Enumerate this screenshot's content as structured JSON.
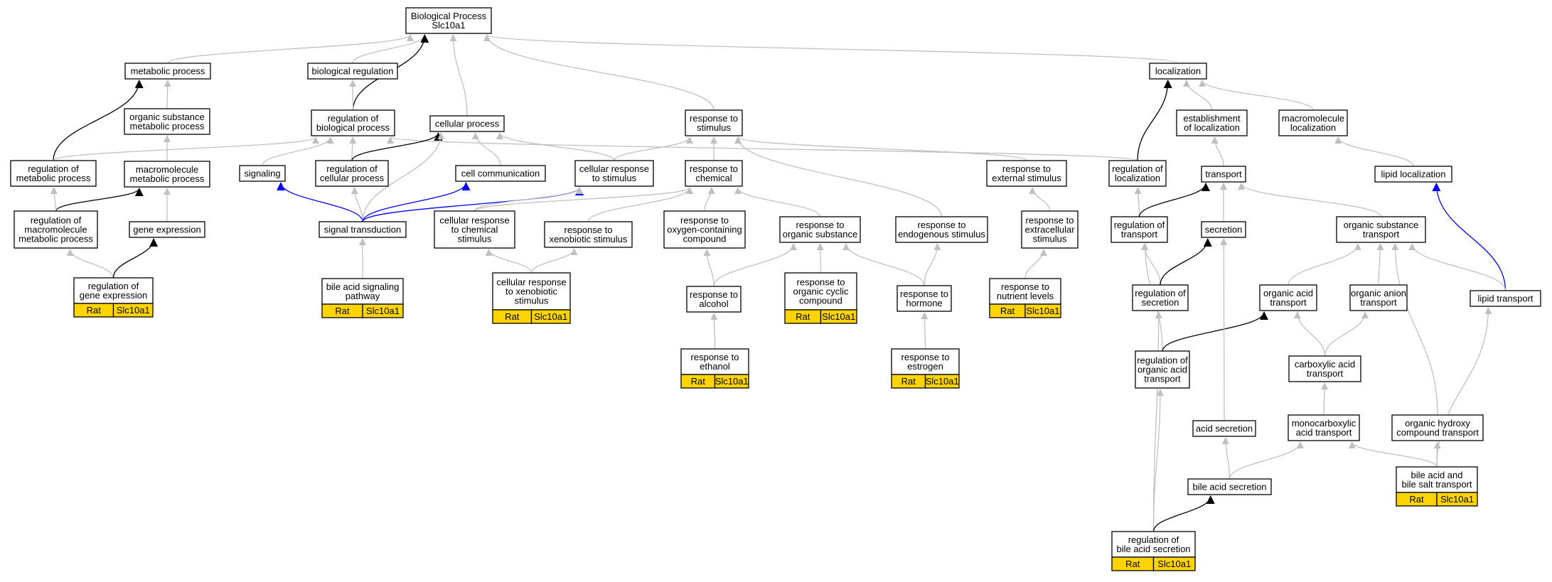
{
  "colors": {
    "edge_default": "#c0c0c0",
    "edge_black": "#000000",
    "edge_blue": "#0000ff",
    "annotation_fill": "#FFD400",
    "node_fill": "#ffffff"
  },
  "nodes": [
    {
      "id": "root",
      "lines": [
        "Biological Process",
        "Slc10a1"
      ]
    },
    {
      "id": "metabolic_process",
      "lines": [
        "metabolic process"
      ]
    },
    {
      "id": "biological_regulation",
      "lines": [
        "biological regulation"
      ]
    },
    {
      "id": "localization",
      "lines": [
        "localization"
      ]
    },
    {
      "id": "organic_substance_metabolic_process",
      "lines": [
        "organic substance",
        "metabolic process"
      ]
    },
    {
      "id": "regulation_of_biological_process",
      "lines": [
        "regulation of",
        "biological process"
      ]
    },
    {
      "id": "cellular_process",
      "lines": [
        "cellular process"
      ]
    },
    {
      "id": "response_to_stimulus",
      "lines": [
        "response to",
        "stimulus"
      ]
    },
    {
      "id": "establishment_of_localization",
      "lines": [
        "establishment",
        "of localization"
      ]
    },
    {
      "id": "macromolecule_localization",
      "lines": [
        "macromolecule",
        "localization"
      ]
    },
    {
      "id": "regulation_of_metabolic_process",
      "lines": [
        "regulation of",
        "metabolic process"
      ]
    },
    {
      "id": "macromolecule_metabolic_process",
      "lines": [
        "macromolecule",
        "metabolic process"
      ]
    },
    {
      "id": "signaling",
      "lines": [
        "signaling"
      ]
    },
    {
      "id": "regulation_of_cellular_process",
      "lines": [
        "regulation of",
        "cellular process"
      ]
    },
    {
      "id": "cell_communication",
      "lines": [
        "cell communication"
      ]
    },
    {
      "id": "cellular_response_to_stimulus",
      "lines": [
        "cellular response",
        "to stimulus"
      ]
    },
    {
      "id": "response_to_chemical",
      "lines": [
        "response to",
        "chemical"
      ]
    },
    {
      "id": "response_to_external_stimulus",
      "lines": [
        "response to",
        "external stimulus"
      ]
    },
    {
      "id": "regulation_of_localization",
      "lines": [
        "regulation of",
        "localization"
      ]
    },
    {
      "id": "transport",
      "lines": [
        "transport"
      ]
    },
    {
      "id": "lipid_localization",
      "lines": [
        "lipid localization"
      ]
    },
    {
      "id": "regulation_of_macromolecule_metabolic_process",
      "lines": [
        "regulation of",
        "macromolecule",
        "metabolic process"
      ]
    },
    {
      "id": "gene_expression",
      "lines": [
        "gene expression"
      ]
    },
    {
      "id": "signal_transduction",
      "lines": [
        "signal transduction"
      ]
    },
    {
      "id": "cellular_response_to_chemical_stimulus",
      "lines": [
        "cellular response",
        "to chemical",
        "stimulus"
      ]
    },
    {
      "id": "response_to_xenobiotic_stimulus",
      "lines": [
        "response to",
        "xenobiotic stimulus"
      ]
    },
    {
      "id": "response_to_oxygen_containing_compound",
      "lines": [
        "response to",
        "oxygen-containing",
        "compound"
      ]
    },
    {
      "id": "response_to_organic_substance",
      "lines": [
        "response to",
        "organic substance"
      ]
    },
    {
      "id": "response_to_endogenous_stimulus",
      "lines": [
        "response to",
        "endogenous stimulus"
      ]
    },
    {
      "id": "response_to_extracellular_stimulus",
      "lines": [
        "response to",
        "extracellular",
        "stimulus"
      ]
    },
    {
      "id": "regulation_of_transport",
      "lines": [
        "regulation of",
        "transport"
      ]
    },
    {
      "id": "secretion",
      "lines": [
        "secretion"
      ]
    },
    {
      "id": "organic_substance_transport",
      "lines": [
        "organic substance",
        "transport"
      ]
    },
    {
      "id": "regulation_of_gene_expression",
      "lines": [
        "regulation of",
        "gene expression"
      ],
      "annotation": [
        "Rat",
        "Slc10a1"
      ]
    },
    {
      "id": "bile_acid_signaling_pathway",
      "lines": [
        "bile acid signaling",
        "pathway"
      ],
      "annotation": [
        "Rat",
        "Slc10a1"
      ]
    },
    {
      "id": "cellular_response_to_xenobiotic_stimulus",
      "lines": [
        "cellular response",
        "to xenobiotic",
        "stimulus"
      ],
      "annotation": [
        "Rat",
        "Slc10a1"
      ]
    },
    {
      "id": "response_to_alcohol",
      "lines": [
        "response to",
        "alcohol"
      ]
    },
    {
      "id": "response_to_organic_cyclic_compound",
      "lines": [
        "response to",
        "organic cyclic",
        "compound"
      ],
      "annotation": [
        "Rat",
        "Slc10a1"
      ]
    },
    {
      "id": "response_to_hormone",
      "lines": [
        "response to",
        "hormone"
      ]
    },
    {
      "id": "response_to_nutrient_levels",
      "lines": [
        "response to",
        "nutrient levels"
      ],
      "annotation": [
        "Rat",
        "Slc10a1"
      ]
    },
    {
      "id": "regulation_of_secretion",
      "lines": [
        "regulation of",
        "secretion"
      ]
    },
    {
      "id": "organic_acid_transport",
      "lines": [
        "organic acid",
        "transport"
      ]
    },
    {
      "id": "organic_anion_transport",
      "lines": [
        "organic anion",
        "transport"
      ]
    },
    {
      "id": "lipid_transport",
      "lines": [
        "lipid transport"
      ]
    },
    {
      "id": "response_to_ethanol",
      "lines": [
        "response to",
        "ethanol"
      ],
      "annotation": [
        "Rat",
        "Slc10a1"
      ]
    },
    {
      "id": "response_to_estrogen",
      "lines": [
        "response to",
        "estrogen"
      ],
      "annotation": [
        "Rat",
        "Slc10a1"
      ]
    },
    {
      "id": "regulation_of_organic_acid_transport",
      "lines": [
        "regulation of",
        "organic acid",
        "transport"
      ]
    },
    {
      "id": "carboxylic_acid_transport",
      "lines": [
        "carboxylic acid",
        "transport"
      ]
    },
    {
      "id": "acid_secretion",
      "lines": [
        "acid secretion"
      ]
    },
    {
      "id": "monocarboxylic_acid_transport",
      "lines": [
        "monocarboxylic",
        "acid transport"
      ]
    },
    {
      "id": "organic_hydroxy_compound_transport",
      "lines": [
        "organic hydroxy",
        "compound transport"
      ]
    },
    {
      "id": "bile_acid_secretion",
      "lines": [
        "bile acid secretion"
      ]
    },
    {
      "id": "bile_acid_and_bile_salt_transport",
      "lines": [
        "bile acid and",
        "bile salt transport"
      ],
      "annotation": [
        "Rat",
        "Slc10a1"
      ]
    },
    {
      "id": "regulation_of_bile_acid_secretion",
      "lines": [
        "regulation of",
        "bile acid secretion"
      ],
      "annotation": [
        "Rat",
        "Slc10a1"
      ]
    }
  ],
  "edges": [
    {
      "from": "metabolic_process",
      "to": "root",
      "color": "gray"
    },
    {
      "from": "biological_regulation",
      "to": "root",
      "color": "gray"
    },
    {
      "from": "localization",
      "to": "root",
      "color": "gray"
    },
    {
      "from": "regulation_of_biological_process",
      "to": "root",
      "color": "black"
    },
    {
      "from": "cellular_process",
      "to": "root",
      "color": "gray"
    },
    {
      "from": "response_to_stimulus",
      "to": "root",
      "color": "gray"
    },
    {
      "from": "organic_substance_metabolic_process",
      "to": "metabolic_process",
      "color": "gray"
    },
    {
      "from": "regulation_of_metabolic_process",
      "to": "metabolic_process",
      "color": "black"
    },
    {
      "from": "regulation_of_biological_process",
      "to": "biological_regulation",
      "color": "gray"
    },
    {
      "from": "establishment_of_localization",
      "to": "localization",
      "color": "gray"
    },
    {
      "from": "macromolecule_localization",
      "to": "localization",
      "color": "gray"
    },
    {
      "from": "regulation_of_localization",
      "to": "localization",
      "color": "black"
    },
    {
      "from": "macromolecule_metabolic_process",
      "to": "organic_substance_metabolic_process",
      "color": "gray"
    },
    {
      "from": "regulation_of_metabolic_process",
      "to": "regulation_of_biological_process",
      "color": "gray"
    },
    {
      "from": "regulation_of_cellular_process",
      "to": "regulation_of_biological_process",
      "color": "gray"
    },
    {
      "from": "signaling",
      "to": "regulation_of_biological_process",
      "color": "gray"
    },
    {
      "from": "regulation_of_localization",
      "to": "regulation_of_biological_process",
      "color": "gray"
    },
    {
      "from": "regulation_of_cellular_process",
      "to": "cellular_process",
      "color": "black"
    },
    {
      "from": "cell_communication",
      "to": "cellular_process",
      "color": "gray"
    },
    {
      "from": "cellular_response_to_stimulus",
      "to": "cellular_process",
      "color": "gray"
    },
    {
      "from": "signal_transduction",
      "to": "cellular_process",
      "color": "gray"
    },
    {
      "from": "cellular_response_to_stimulus",
      "to": "response_to_stimulus",
      "color": "gray"
    },
    {
      "from": "response_to_chemical",
      "to": "response_to_stimulus",
      "color": "gray"
    },
    {
      "from": "response_to_external_stimulus",
      "to": "response_to_stimulus",
      "color": "gray"
    },
    {
      "from": "response_to_endogenous_stimulus",
      "to": "response_to_stimulus",
      "color": "gray"
    },
    {
      "from": "transport",
      "to": "establishment_of_localization",
      "color": "gray"
    },
    {
      "from": "lipid_localization",
      "to": "macromolecule_localization",
      "color": "gray"
    },
    {
      "from": "regulation_of_macromolecule_metabolic_process",
      "to": "macromolecule_metabolic_process",
      "color": "black"
    },
    {
      "from": "gene_expression",
      "to": "macromolecule_metabolic_process",
      "color": "gray"
    },
    {
      "from": "regulation_of_macromolecule_metabolic_process",
      "to": "regulation_of_metabolic_process",
      "color": "gray"
    },
    {
      "from": "signal_transduction",
      "to": "signaling",
      "color": "blue"
    },
    {
      "from": "signal_transduction",
      "to": "regulation_of_cellular_process",
      "color": "gray"
    },
    {
      "from": "signal_transduction",
      "to": "cell_communication",
      "color": "blue"
    },
    {
      "from": "signal_transduction",
      "to": "cellular_response_to_stimulus",
      "color": "blue"
    },
    {
      "from": "cellular_response_to_chemical_stimulus",
      "to": "cellular_response_to_stimulus",
      "color": "gray"
    },
    {
      "from": "cellular_response_to_chemical_stimulus",
      "to": "response_to_chemical",
      "color": "gray"
    },
    {
      "from": "response_to_xenobiotic_stimulus",
      "to": "response_to_chemical",
      "color": "gray"
    },
    {
      "from": "response_to_oxygen_containing_compound",
      "to": "response_to_chemical",
      "color": "gray"
    },
    {
      "from": "response_to_organic_substance",
      "to": "response_to_chemical",
      "color": "gray"
    },
    {
      "from": "response_to_extracellular_stimulus",
      "to": "response_to_external_stimulus",
      "color": "gray"
    },
    {
      "from": "regulation_of_transport",
      "to": "regulation_of_localization",
      "color": "gray"
    },
    {
      "from": "regulation_of_transport",
      "to": "transport",
      "color": "black"
    },
    {
      "from": "secretion",
      "to": "transport",
      "color": "gray"
    },
    {
      "from": "organic_substance_transport",
      "to": "transport",
      "color": "gray"
    },
    {
      "from": "lipid_transport",
      "to": "lipid_localization",
      "color": "blue"
    },
    {
      "from": "regulation_of_gene_expression",
      "to": "regulation_of_macromolecule_metabolic_process",
      "color": "gray"
    },
    {
      "from": "regulation_of_gene_expression",
      "to": "gene_expression",
      "color": "black"
    },
    {
      "from": "bile_acid_signaling_pathway",
      "to": "signal_transduction",
      "color": "gray"
    },
    {
      "from": "cellular_response_to_xenobiotic_stimulus",
      "to": "cellular_response_to_chemical_stimulus",
      "color": "gray"
    },
    {
      "from": "cellular_response_to_xenobiotic_stimulus",
      "to": "response_to_xenobiotic_stimulus",
      "color": "gray"
    },
    {
      "from": "response_to_alcohol",
      "to": "response_to_oxygen_containing_compound",
      "color": "gray"
    },
    {
      "from": "response_to_alcohol",
      "to": "response_to_organic_substance",
      "color": "gray"
    },
    {
      "from": "response_to_organic_cyclic_compound",
      "to": "response_to_organic_substance",
      "color": "gray"
    },
    {
      "from": "response_to_hormone",
      "to": "response_to_organic_substance",
      "color": "gray"
    },
    {
      "from": "response_to_hormone",
      "to": "response_to_endogenous_stimulus",
      "color": "gray"
    },
    {
      "from": "response_to_nutrient_levels",
      "to": "response_to_extracellular_stimulus",
      "color": "gray"
    },
    {
      "from": "regulation_of_secretion",
      "to": "regulation_of_transport",
      "color": "gray"
    },
    {
      "from": "regulation_of_secretion",
      "to": "secretion",
      "color": "black"
    },
    {
      "from": "regulation_of_organic_acid_transport",
      "to": "regulation_of_transport",
      "color": "gray"
    },
    {
      "from": "regulation_of_organic_acid_transport",
      "to": "organic_acid_transport",
      "color": "black"
    },
    {
      "from": "organic_acid_transport",
      "to": "organic_substance_transport",
      "color": "gray"
    },
    {
      "from": "organic_anion_transport",
      "to": "organic_substance_transport",
      "color": "gray"
    },
    {
      "from": "lipid_transport",
      "to": "organic_substance_transport",
      "color": "gray"
    },
    {
      "from": "organic_hydroxy_compound_transport",
      "to": "organic_substance_transport",
      "color": "gray"
    },
    {
      "from": "acid_secretion",
      "to": "secretion",
      "color": "gray"
    },
    {
      "from": "carboxylic_acid_transport",
      "to": "organic_acid_transport",
      "color": "gray"
    },
    {
      "from": "carboxylic_acid_transport",
      "to": "organic_anion_transport",
      "color": "gray"
    },
    {
      "from": "response_to_ethanol",
      "to": "response_to_alcohol",
      "color": "gray"
    },
    {
      "from": "response_to_estrogen",
      "to": "response_to_hormone",
      "color": "gray"
    },
    {
      "from": "monocarboxylic_acid_transport",
      "to": "carboxylic_acid_transport",
      "color": "gray"
    },
    {
      "from": "bile_acid_secretion",
      "to": "acid_secretion",
      "color": "gray"
    },
    {
      "from": "bile_acid_secretion",
      "to": "monocarboxylic_acid_transport",
      "color": "gray"
    },
    {
      "from": "bile_acid_and_bile_salt_transport",
      "to": "monocarboxylic_acid_transport",
      "color": "gray"
    },
    {
      "from": "bile_acid_and_bile_salt_transport",
      "to": "organic_hydroxy_compound_transport",
      "color": "gray"
    },
    {
      "from": "bile_acid_and_bile_salt_transport",
      "to": "lipid_transport",
      "color": "gray"
    },
    {
      "from": "regulation_of_bile_acid_secretion",
      "to": "regulation_of_secretion",
      "color": "gray"
    },
    {
      "from": "regulation_of_bile_acid_secretion",
      "to": "regulation_of_organic_acid_transport",
      "color": "gray"
    },
    {
      "from": "regulation_of_bile_acid_secretion",
      "to": "bile_acid_secretion",
      "color": "black"
    }
  ]
}
